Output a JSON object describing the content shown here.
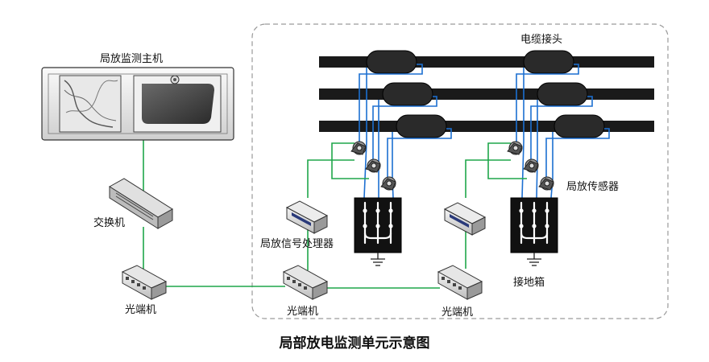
{
  "labels": {
    "host": "局放监测主机",
    "switch": "交换机",
    "fiber_left": "光端机",
    "processor": "局放信号处理器",
    "fiber_mid": "光端机",
    "fiber_right": "光端机",
    "cable_joint": "电缆接头",
    "sensor": "局放传感器",
    "ground_box": "接地箱"
  },
  "caption": "局部放电监测单元示意图",
  "colors": {
    "link_line": "#1fa64a",
    "signal_line": "#1c6fd1",
    "cable": "#1a1a1a",
    "boundary": "#9a9a9a"
  }
}
